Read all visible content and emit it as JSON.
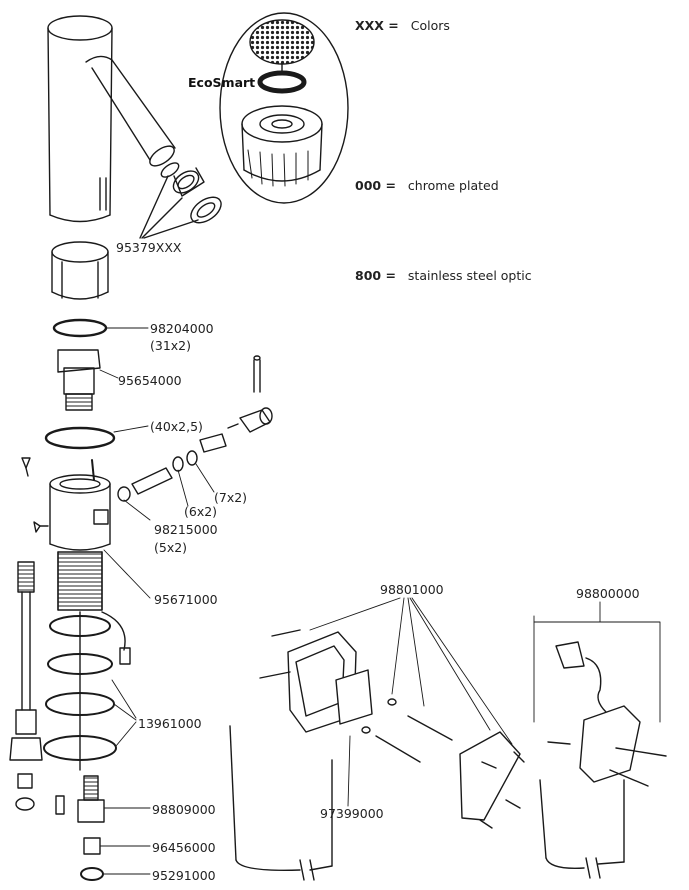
{
  "legend": {
    "xxx": {
      "code": "XXX =",
      "text": "Colors"
    },
    "c000": {
      "code": "000 =",
      "text": "chrome plated"
    },
    "c800": {
      "code": "800 =",
      "text": "stainless steel optic"
    }
  },
  "callout": {
    "ecosmart": "EcoSmart"
  },
  "parts": {
    "p95379": "95379XXX",
    "p98204": "98204000",
    "p98204_size": "(31x2)",
    "p95654": "95654000",
    "p40x25": "(40x2,5)",
    "p6x2": "(6x2)",
    "p7x2": "(7x2)",
    "p98215": "98215000",
    "p5x2": "(5x2)",
    "p95671": "95671000",
    "p98801": "98801000",
    "p98800": "98800000",
    "p13961": "13961000",
    "p97399": "97399000",
    "p98809": "98809000",
    "p96456": "96456000",
    "p95291": "95291000"
  }
}
